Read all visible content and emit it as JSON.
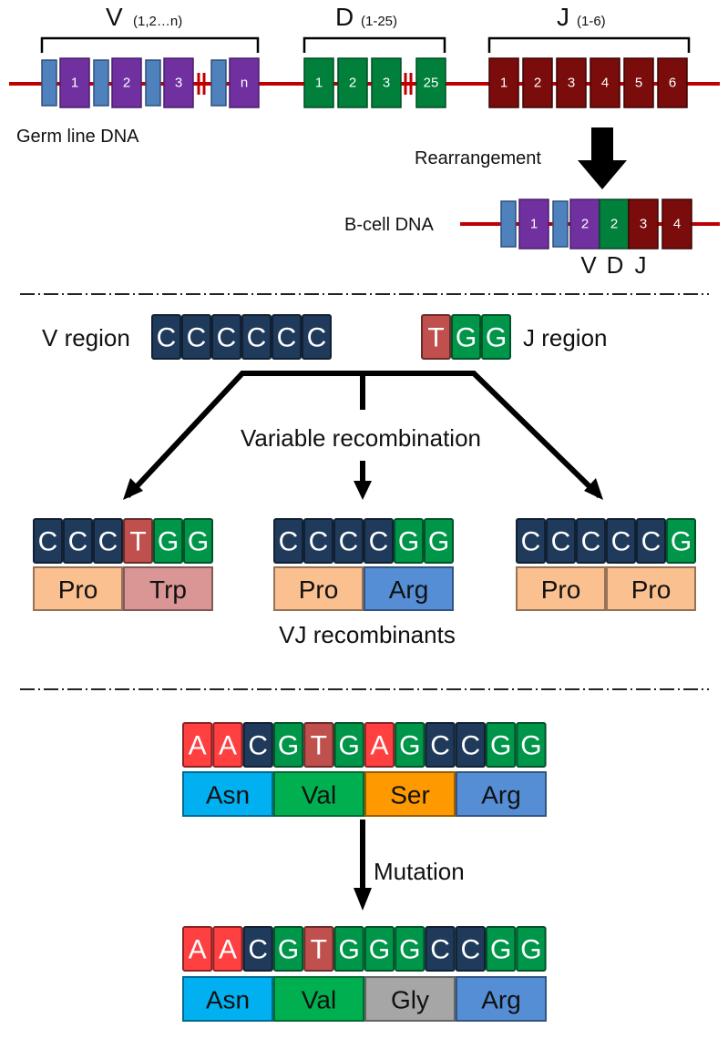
{
  "colors": {
    "dna_line": "#c00000",
    "v_segment": "#7030a0",
    "v_spacer": "#4f81bd",
    "d_segment": "#00803b",
    "j_segment": "#7b0c0c",
    "nuc_C": "#1f3a5a",
    "nuc_G": "#00964a",
    "nuc_T": "#c0504d",
    "nuc_A": "#ff4040",
    "aa_Pro": "#fac090",
    "aa_Trp": "#d99694",
    "aa_Arg": "#558ed5",
    "aa_Asn": "#00b0f0",
    "aa_Val": "#00b050",
    "aa_Ser": "#ff9900",
    "aa_Gly": "#a6a6a6"
  },
  "germline": {
    "v_label": "V",
    "v_range": "(1,2…n)",
    "d_label": "D",
    "d_range": "(1-25)",
    "j_label": "J",
    "j_range": "(1-6)",
    "v_segments": [
      "1",
      "2",
      "3",
      "n"
    ],
    "d_segments": [
      "1",
      "2",
      "3",
      "25"
    ],
    "j_segments": [
      "1",
      "2",
      "3",
      "4",
      "5",
      "6"
    ],
    "caption": "Germ line DNA"
  },
  "rearrangement": {
    "label": "Rearrangement",
    "bcell_label": "B-cell DNA",
    "bcell_segments": [
      {
        "text": "",
        "type": "spacer"
      },
      {
        "text": "1",
        "type": "v"
      },
      {
        "text": "",
        "type": "spacer"
      },
      {
        "text": "2",
        "type": "v"
      },
      {
        "text": "2",
        "type": "d"
      },
      {
        "text": "3",
        "type": "j"
      },
      {
        "text": "4",
        "type": "j"
      }
    ],
    "vdj_labels": [
      "V",
      "D",
      "J"
    ]
  },
  "recombination": {
    "v_region_label": "V region",
    "v_region_seq": [
      "C",
      "C",
      "C",
      "C",
      "C",
      "C"
    ],
    "j_region_label": "J region",
    "j_region_seq": [
      "T",
      "G",
      "G"
    ],
    "process_label": "Variable recombination",
    "recombinants_label": "VJ recombinants",
    "recombinants": [
      {
        "seq": [
          "C",
          "C",
          "C",
          "T",
          "G",
          "G"
        ],
        "aa": [
          "Pro",
          "Trp"
        ]
      },
      {
        "seq": [
          "C",
          "C",
          "C",
          "C",
          "G",
          "G"
        ],
        "aa": [
          "Pro",
          "Arg"
        ]
      },
      {
        "seq": [
          "C",
          "C",
          "C",
          "C",
          "C",
          "G"
        ],
        "aa": [
          "Pro",
          "Pro"
        ]
      }
    ]
  },
  "mutation": {
    "label": "Mutation",
    "before_seq": [
      "A",
      "A",
      "C",
      "G",
      "T",
      "G",
      "A",
      "G",
      "C",
      "C",
      "G",
      "G"
    ],
    "before_aa": [
      "Asn",
      "Val",
      "Ser",
      "Arg"
    ],
    "after_seq": [
      "A",
      "A",
      "C",
      "G",
      "T",
      "G",
      "G",
      "G",
      "C",
      "C",
      "G",
      "G"
    ],
    "after_aa": [
      "Asn",
      "Val",
      "Gly",
      "Arg"
    ]
  }
}
